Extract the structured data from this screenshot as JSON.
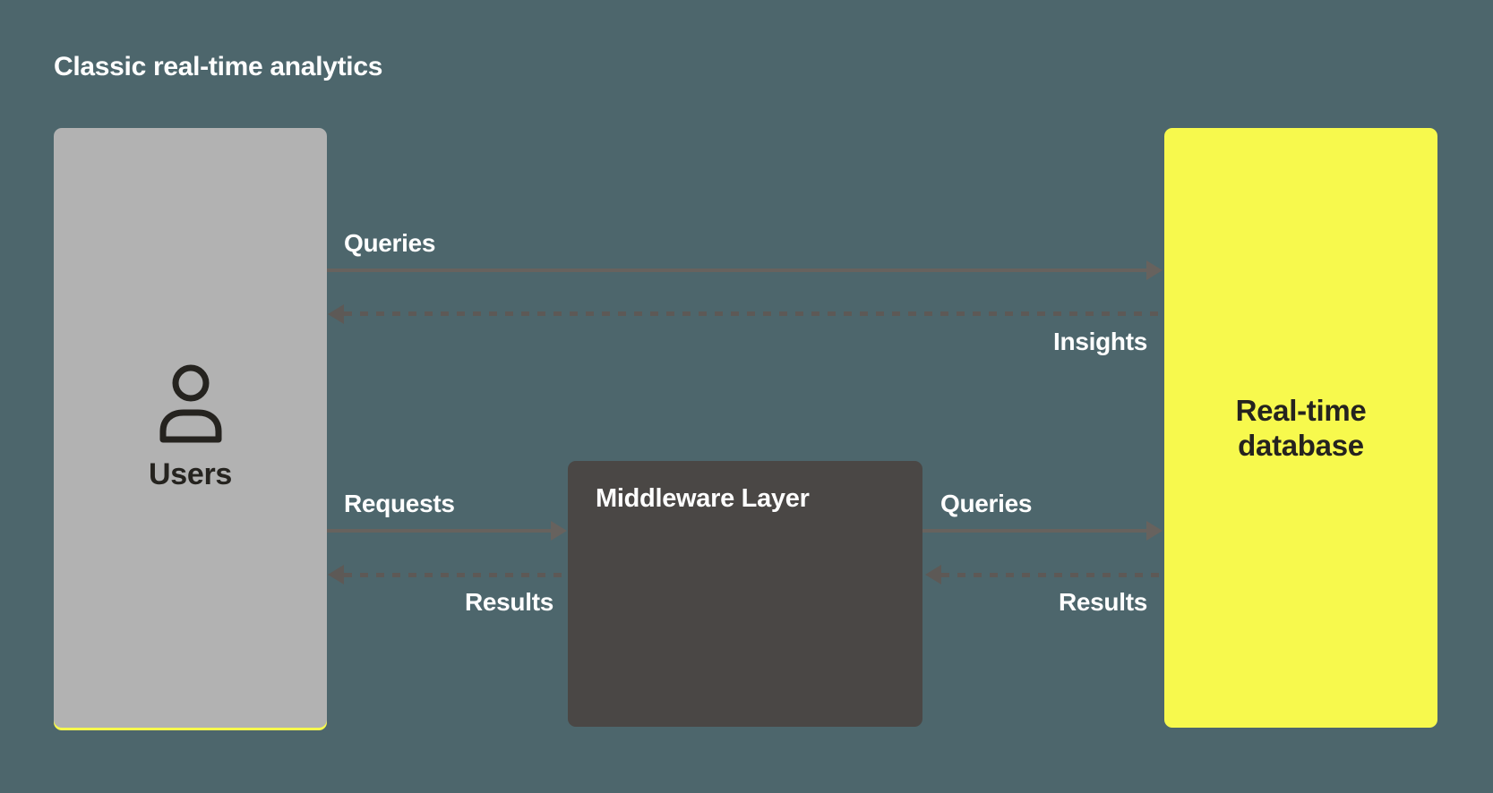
{
  "title": "Classic real-time analytics",
  "colors": {
    "bg": "#4d666c",
    "users-box": "#b2b2b2",
    "middleware-box": "#4a4745",
    "database-box": "#f7f94d",
    "arrow-solid": "#67625e",
    "arrow-dashed": "#5d5956",
    "label-text": "#ffffff",
    "dark-text": "#25231f"
  },
  "nodes": {
    "users": {
      "label": "Users",
      "icon": "user-icon"
    },
    "middleware": {
      "label": "Middleware Layer"
    },
    "database": {
      "label": "Real-time database"
    }
  },
  "edges": [
    {
      "id": "queries-top",
      "label": "Queries",
      "style": "solid",
      "direction": "right",
      "from": "users",
      "to": "database"
    },
    {
      "id": "insights-top",
      "label": "Insights",
      "style": "dashed",
      "direction": "left",
      "from": "database",
      "to": "users"
    },
    {
      "id": "requests-left",
      "label": "Requests",
      "style": "solid",
      "direction": "right",
      "from": "users",
      "to": "middleware"
    },
    {
      "id": "results-left",
      "label": "Results",
      "style": "dashed",
      "direction": "left",
      "from": "middleware",
      "to": "users"
    },
    {
      "id": "queries-right",
      "label": "Queries",
      "style": "solid",
      "direction": "right",
      "from": "middleware",
      "to": "database"
    },
    {
      "id": "results-right",
      "label": "Results",
      "style": "dashed",
      "direction": "left",
      "from": "database",
      "to": "middleware"
    }
  ]
}
